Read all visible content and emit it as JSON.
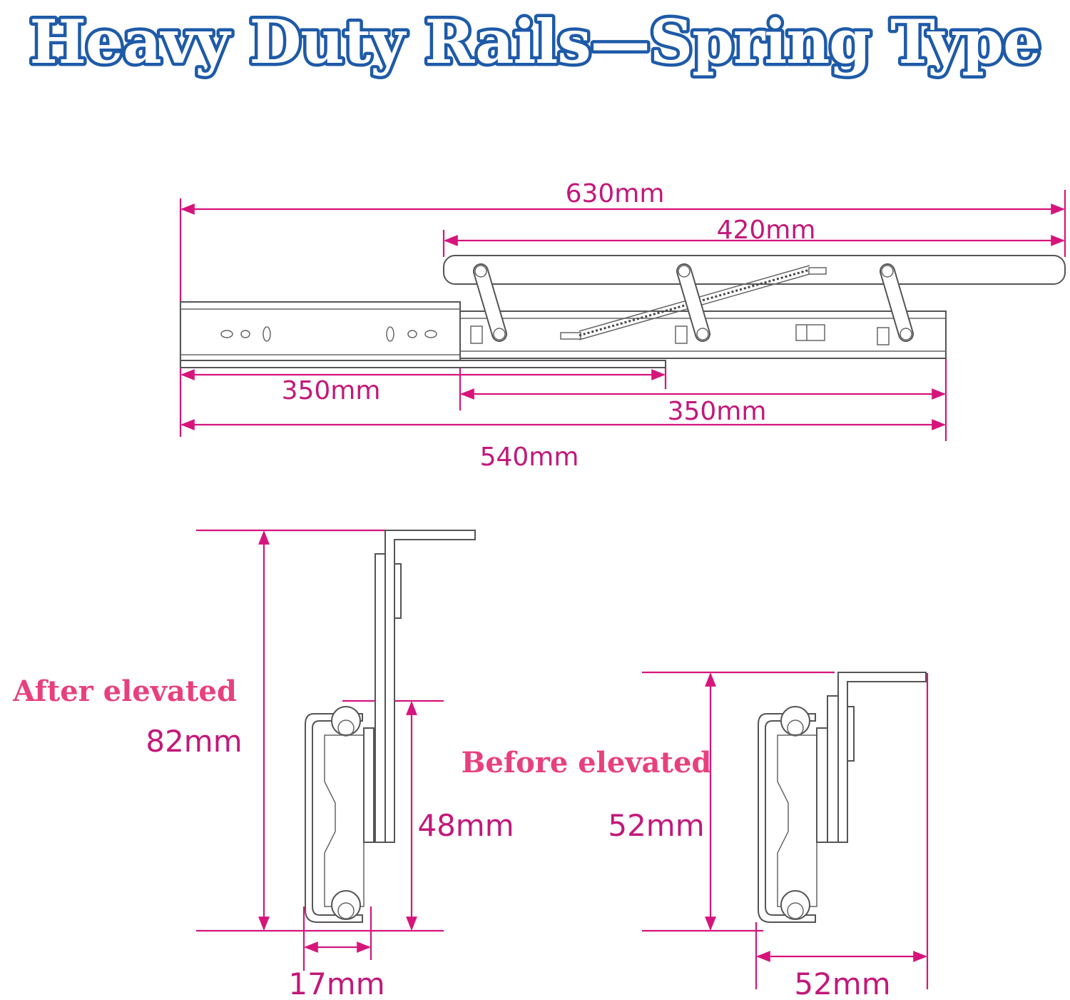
{
  "title": "Heavy Duty Rails—Spring Type",
  "side_view": {
    "dim_total_extended": "630mm",
    "dim_top_plate": "420mm",
    "dim_left_rail": "350mm",
    "dim_right_rail": "350mm",
    "dim_total_closed": "540mm"
  },
  "cross_section_elevated": {
    "label": "After elevated",
    "height": "82mm",
    "rail_height": "48mm",
    "width": "17mm"
  },
  "cross_section_before": {
    "label": "Before elevated",
    "height": "52mm",
    "width": "52mm"
  },
  "colors": {
    "title_fill": "#ffffff",
    "title_outline": "#1e5aa8",
    "dimension": "#d6147c",
    "label": "#e8407e",
    "line_art": "#555555"
  }
}
